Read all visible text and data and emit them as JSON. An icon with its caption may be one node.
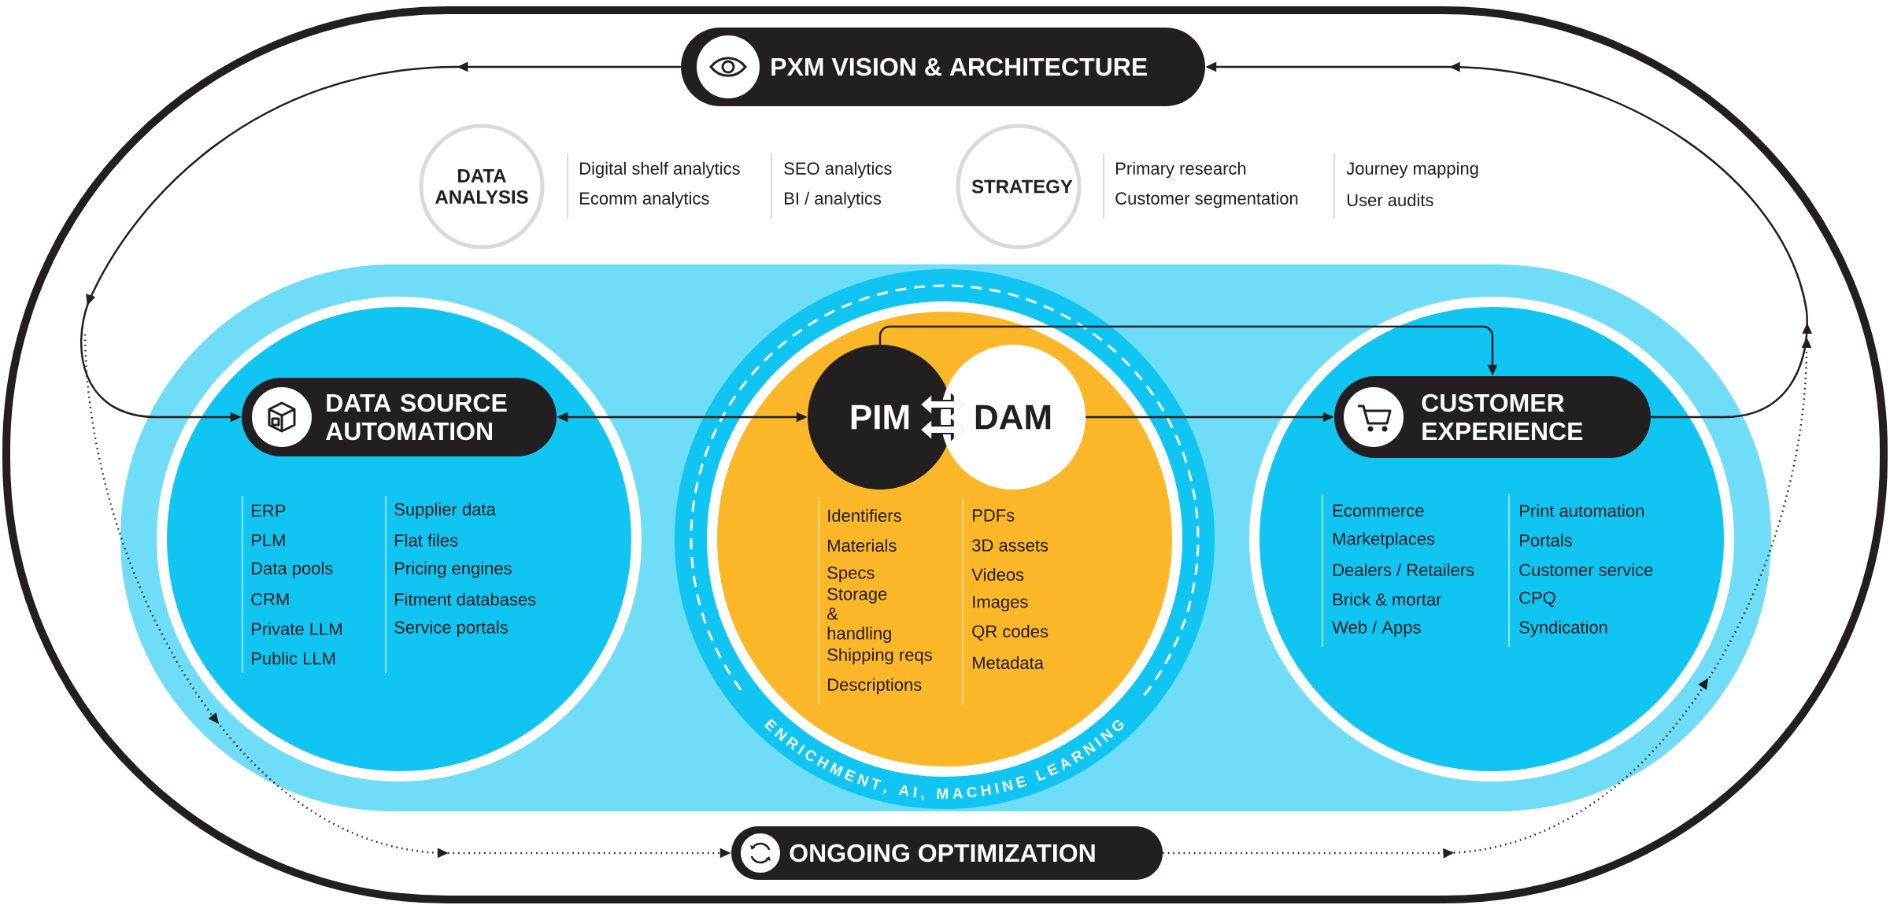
{
  "diagram": {
    "nodes": [
      {
        "text": [
          "PXM VISION & ARCHITECTURE"
        ]
      },
      {
        "text": [
          "DATA ANALYSIS"
        ],
        "beside": [
          "Digital shelf analytics",
          "Ecomm analytics",
          "SEO analytics",
          "BI / analytics"
        ]
      },
      {
        "text": [
          "STRATEGY"
        ],
        "beside": [
          "Primary research",
          "Customer segmentation",
          "Journey mapping",
          "User audits"
        ]
      },
      {
        "text": [
          "ERP",
          "PLM",
          "Data pools",
          "CRM",
          "Private LLM",
          "Public LLM",
          "Supplier data",
          "Flat files",
          "Pricing engines",
          "Fitment databases",
          "Service portals"
        ]
      },
      {
        "text": [
          "DATA SOURCE AUTOMATION"
        ],
        "in": 3
      },
      {
        "text": [
          "Identifiers",
          "Materials",
          "Specs",
          "Storage & handling",
          "Shipping reqs",
          "Descriptions",
          "PDFs",
          "3D assets",
          "Videos",
          "Images",
          "QR codes",
          "Metadata",
          "ENRICHMENT, AI, MACHINE LEARNING"
        ]
      },
      {
        "text": [
          "PIM"
        ],
        "in": 5
      },
      {
        "text": [
          "DAM"
        ],
        "in": 5
      },
      {
        "text": [
          "Ecommerce",
          "Marketplaces",
          "Dealers / Retailers",
          "Brick & mortar",
          "Web / Apps",
          "Print automation",
          "Portals",
          "Customer service",
          "CPQ",
          "Syndication"
        ]
      },
      {
        "text": [
          "CUSTOMER EXPERIENCE"
        ],
        "in": 8
      },
      {
        "text": [
          "ONGOING OPTIMIZATION"
        ]
      }
    ],
    "edges": [
      {
        "from": 0,
        "to": 4,
        "arrow": "to"
      },
      {
        "from": 9,
        "to": 0,
        "arrow": "to"
      },
      {
        "from": 4,
        "to": 6,
        "arrow": "both"
      },
      {
        "from": 6,
        "to": 9,
        "arrow": "to"
      },
      {
        "from": 7,
        "to": 9,
        "arrow": "to"
      },
      {
        "from": 6,
        "to": 7,
        "arrow": "both",
        "style": "thick",
        "color": "#ffffff"
      },
      {
        "from": 6,
        "to": 7,
        "arrow": "both",
        "style": "thick",
        "color": "#ffffff"
      },
      {
        "from": null,
        "to": 10,
        "arrow": "to",
        "style": "dashed"
      },
      {
        "from": 10,
        "to": null,
        "arrow": "to",
        "style": "dashed"
      }
    ]
  }
}
